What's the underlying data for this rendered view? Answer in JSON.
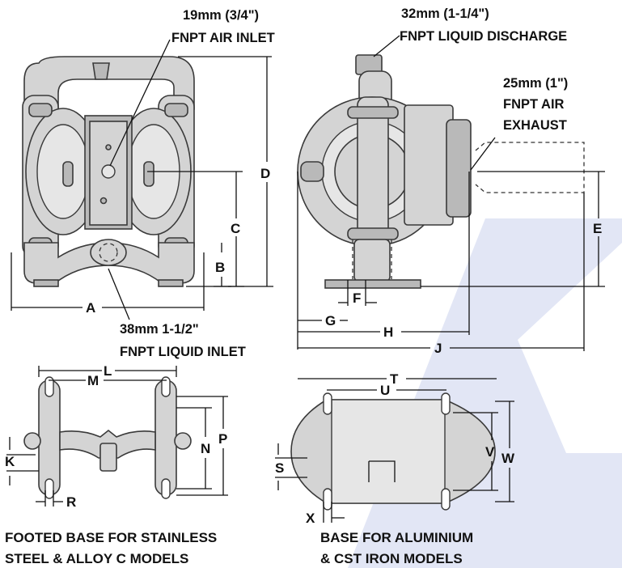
{
  "diagram": {
    "callouts": {
      "air_inlet_size": "19mm (3/4\")",
      "air_inlet_desc": "FNPT AIR INLET",
      "discharge_size": "32mm (1-1/4\")",
      "discharge_desc": "FNPT LIQUID DISCHARGE",
      "exhaust_size": "25mm (1\")",
      "exhaust_desc_1": "FNPT AIR",
      "exhaust_desc_2": "EXHAUST",
      "liquid_inlet_size": "38mm 1-1/2\"",
      "liquid_inlet_desc": "FNPT LIQUID INLET"
    },
    "dimensions": {
      "A": "A",
      "B": "B",
      "C": "C",
      "D": "D",
      "E": "E",
      "F": "F",
      "G": "G",
      "H": "H",
      "J": "J",
      "L": "L",
      "M": "M",
      "N": "N",
      "P": "P",
      "K": "K",
      "R": "R",
      "T": "T",
      "U": "U",
      "V": "V",
      "W": "W",
      "S": "S",
      "X": "X"
    },
    "captions": {
      "footed_line1": "FOOTED BASE FOR STAINLESS",
      "footed_line2": "STEEL & ALLOY C MODELS",
      "base_line1": "BASE FOR ALUMINIUM",
      "base_line2": "& CST IRON MODELS"
    },
    "colors": {
      "metal": "#d4d4d4",
      "outline": "#3a3a3a",
      "watermark": "#1f3fae"
    }
  }
}
